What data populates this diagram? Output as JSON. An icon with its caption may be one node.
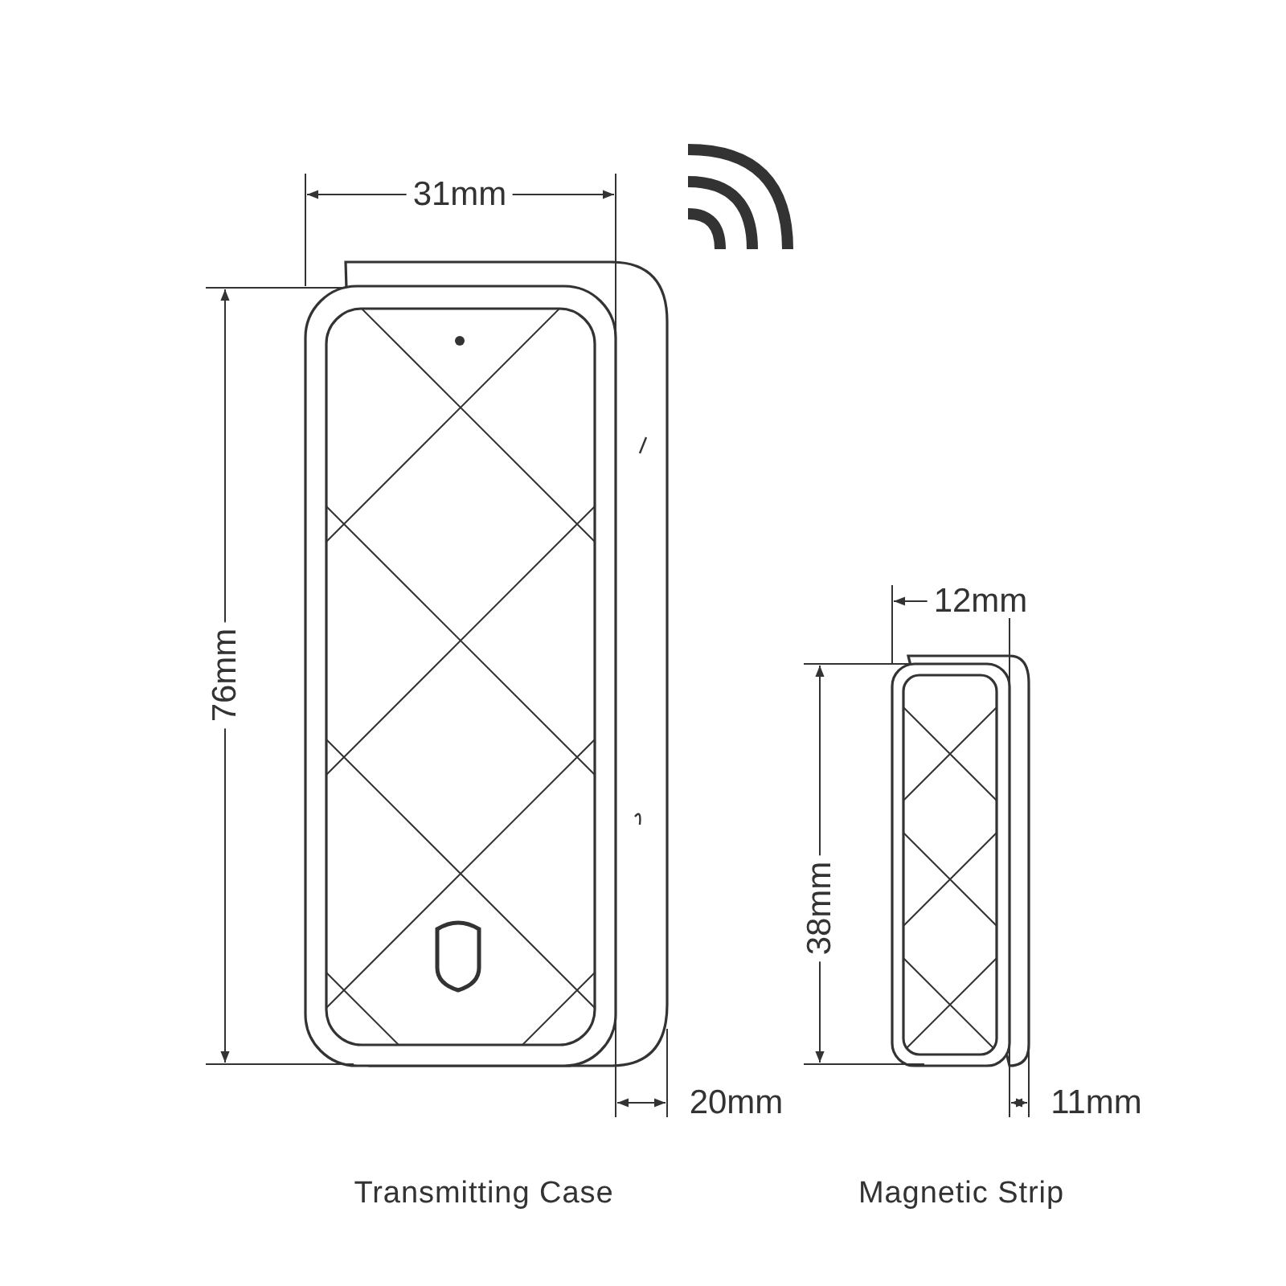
{
  "diagram": {
    "labels": [
      "31mm",
      "76mm",
      "12mm",
      "38mm",
      "20mm",
      "11mm",
      "Transmitting Case",
      "Magnetic Strip"
    ]
  }
}
